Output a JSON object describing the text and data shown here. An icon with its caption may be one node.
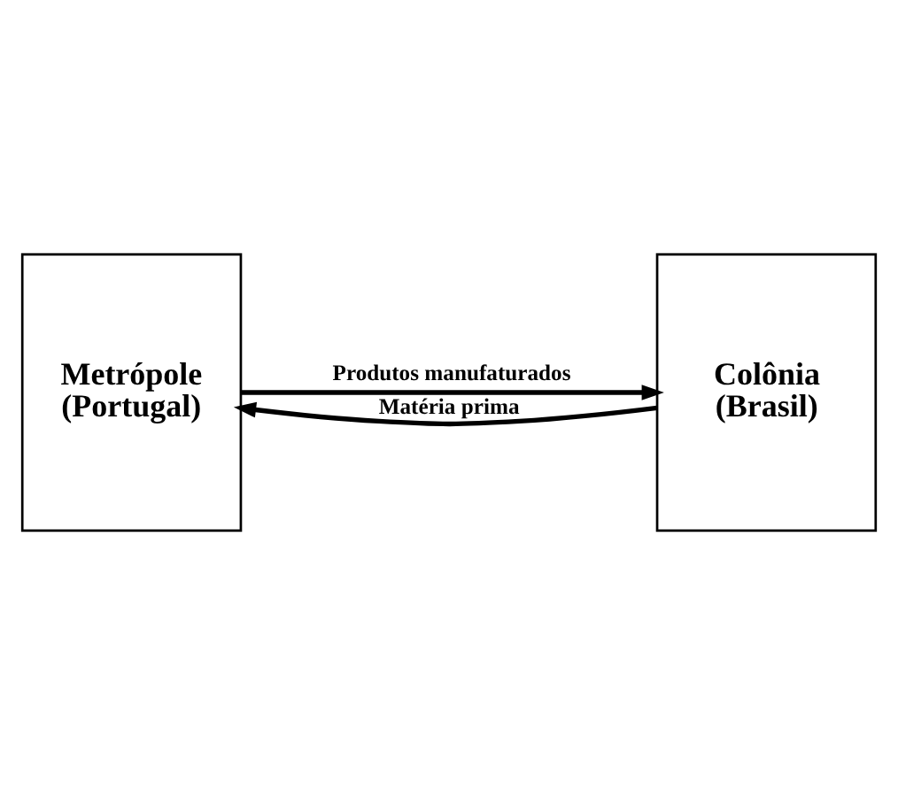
{
  "diagram": {
    "nodes": [
      {
        "text": [
          "Metrópole (Portugal)"
        ]
      },
      {
        "text": [
          "Colônia (Brasil)"
        ]
      }
    ],
    "edges": [
      {
        "from": 0,
        "to": 1,
        "arrow": "to",
        "label": "Produtos manufaturados"
      },
      {
        "from": 1,
        "to": 0,
        "arrow": "to",
        "label": "Matéria prima"
      }
    ]
  }
}
